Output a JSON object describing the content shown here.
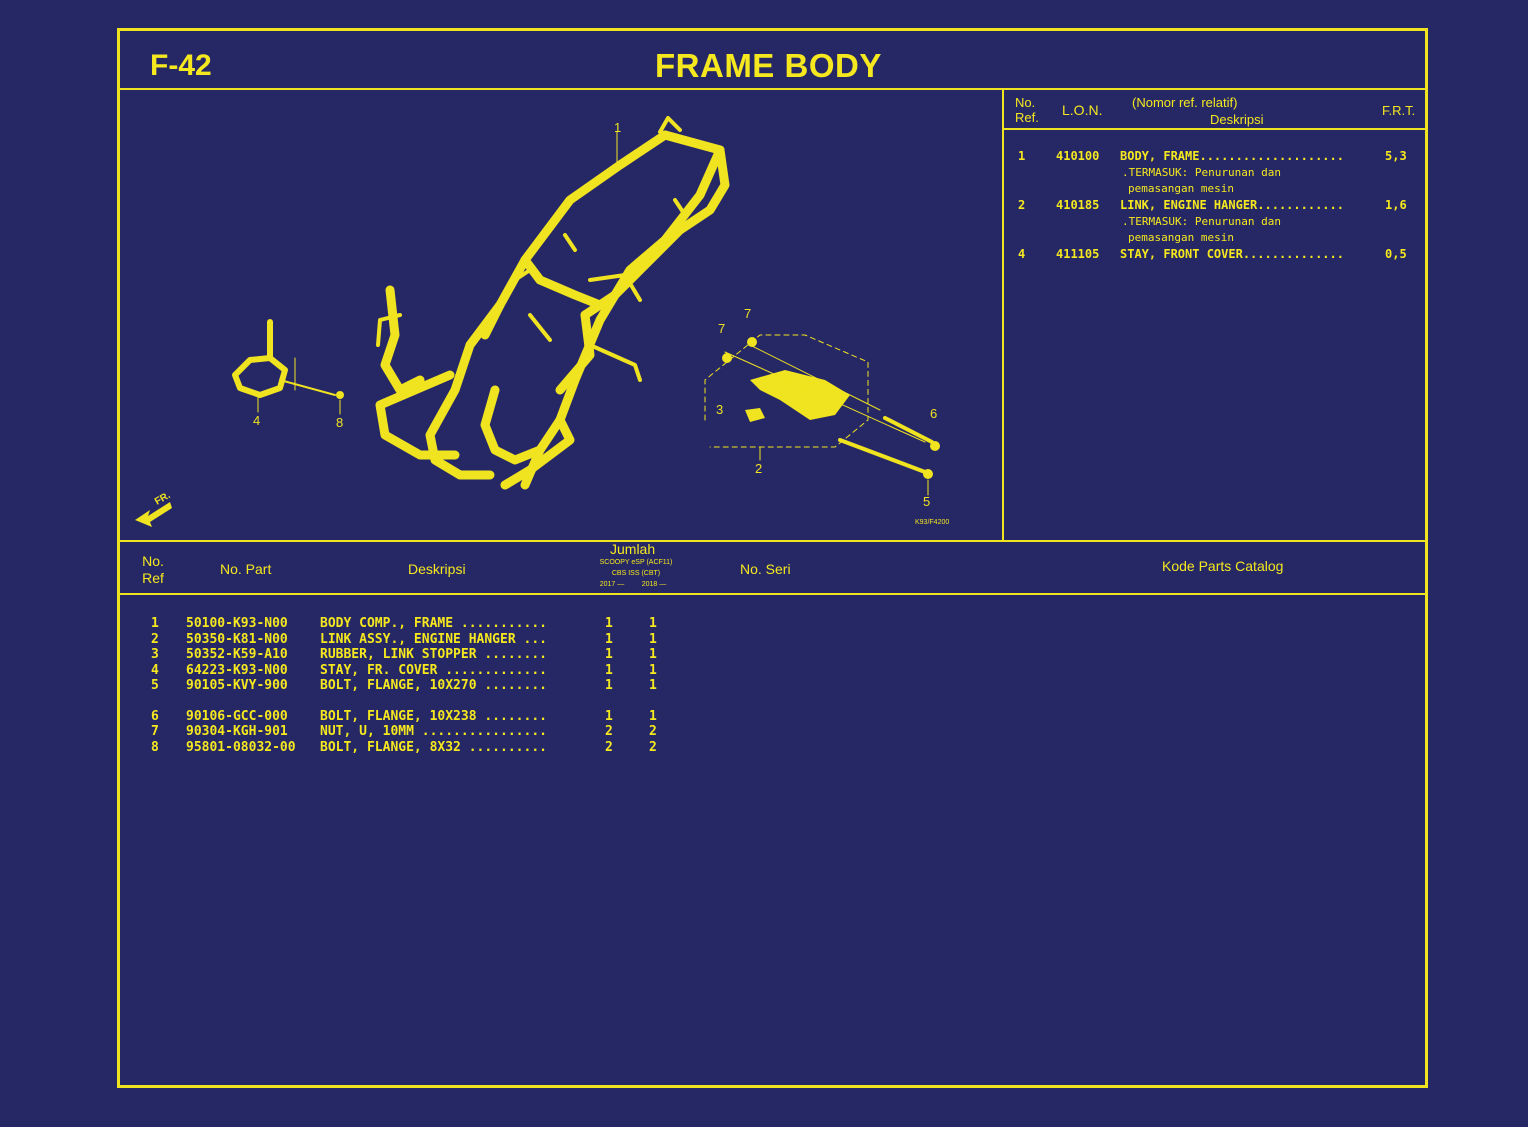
{
  "header": {
    "page_code": "F-42",
    "title": "FRAME BODY"
  },
  "lon_table": {
    "headers": {
      "no_ref": "No.\nRef.",
      "lon": "L.O.N.",
      "nomor_ref": "(Nomor ref. relatif)",
      "deskripsi": "Deskripsi",
      "frt": "F.R.T."
    },
    "rows": [
      {
        "ref": "1",
        "lon": "410100",
        "desc": "BODY, FRAME....................",
        "frt": "5,3",
        "notes": [
          ".TERMASUK: Penurunan dan",
          "pemasangan mesin"
        ]
      },
      {
        "ref": "2",
        "lon": "410185",
        "desc": "LINK, ENGINE HANGER............",
        "frt": "1,6",
        "notes": [
          ".TERMASUK: Penurunan dan",
          "pemasangan mesin"
        ]
      },
      {
        "ref": "4",
        "lon": "411105",
        "desc": "STAY, FRONT COVER..............",
        "frt": "0,5",
        "notes": []
      }
    ]
  },
  "diagram": {
    "callouts": [
      "1",
      "2",
      "3",
      "4",
      "5",
      "6",
      "7",
      "7",
      "8"
    ],
    "fr_label": "FR.",
    "figure_code": "K93/F4200",
    "line_color": "#f0e31f",
    "background": "#262866"
  },
  "parts_table": {
    "headers": {
      "no_ref": "No.\nRef",
      "no_part": "No. Part",
      "deskripsi": "Deskripsi",
      "jumlah": "Jumlah",
      "jumlah_model": "SCOOPY eSP (ACF11)",
      "jumlah_type": "CBS ISS (CBT)",
      "year_a": "2017 —",
      "year_b": "2018 —",
      "no_seri": "No. Seri",
      "kode": "Kode Parts Catalog"
    },
    "rows": [
      {
        "ref": "1",
        "part": "50100-K93-N00",
        "desc": "BODY COMP., FRAME ...........",
        "q1": "1",
        "q2": "1"
      },
      {
        "ref": "2",
        "part": "50350-K81-N00",
        "desc": "LINK ASSY., ENGINE HANGER ...",
        "q1": "1",
        "q2": "1"
      },
      {
        "ref": "3",
        "part": "50352-K59-A10",
        "desc": "RUBBER, LINK STOPPER ........",
        "q1": "1",
        "q2": "1"
      },
      {
        "ref": "4",
        "part": "64223-K93-N00",
        "desc": "STAY, FR. COVER .............",
        "q1": "1",
        "q2": "1"
      },
      {
        "ref": "5",
        "part": "90105-KVY-900",
        "desc": "BOLT, FLANGE, 10X270 ........",
        "q1": "1",
        "q2": "1"
      },
      {
        "ref": "6",
        "part": "90106-GCC-000",
        "desc": "BOLT, FLANGE, 10X238 ........",
        "q1": "1",
        "q2": "1"
      },
      {
        "ref": "7",
        "part": "90304-KGH-901",
        "desc": "NUT, U, 10MM ................",
        "q1": "2",
        "q2": "2"
      },
      {
        "ref": "8",
        "part": "95801-08032-00",
        "desc": "BOLT, FLANGE, 8X32 ..........",
        "q1": "2",
        "q2": "2"
      }
    ]
  }
}
